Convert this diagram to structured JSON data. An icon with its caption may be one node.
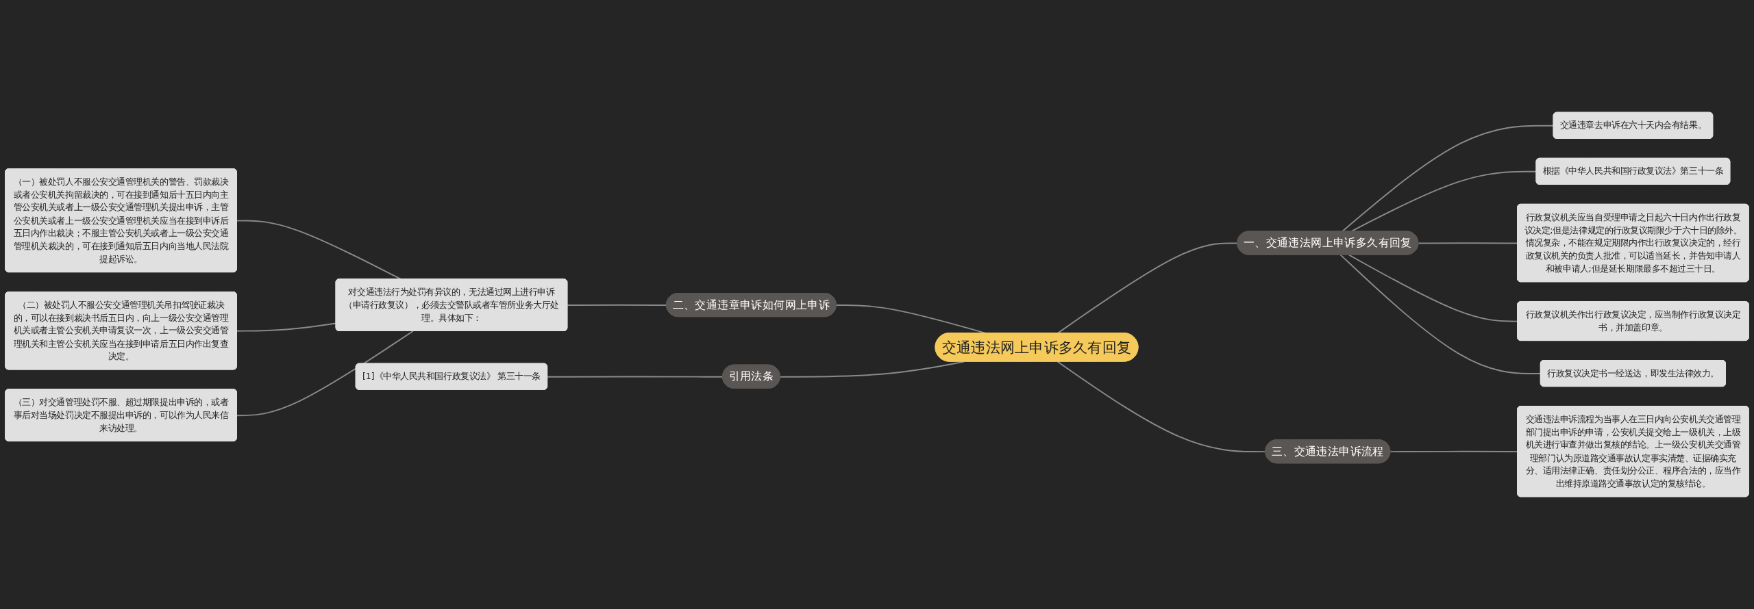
{
  "diagram": {
    "nodes": [
      {
        "text": [
          "交通违法网上申诉多久有回复"
        ]
      },
      {
        "text": [
          "一、交通违法网上申诉多久有回复"
        ]
      },
      {
        "text": [
          "交通违章去申诉在六十天内会有结果。"
        ]
      },
      {
        "text": [
          "根据《中华人民共和国行政复议法》第三十一条"
        ]
      },
      {
        "text": [
          "行政复议机关应当自受理申请之日起六十日内作出行政复议决定;但是法律规定的行政复议期限少于六十日的除外。情况复杂，不能在规定期限内作出行政复议决定的，经行政复议机关的负责人批准，可以适当延长，并告知申请人和被申请人;但是延长期限最多不超过三十日。"
        ]
      },
      {
        "text": [
          "行政复议机关作出行政复议决定，应当制作行政复议决定书，并加盖印章。"
        ]
      },
      {
        "text": [
          "行政复议决定书一经送达，即发生法律效力。"
        ]
      },
      {
        "text": [
          "二、交通违章申诉如何网上申诉"
        ]
      },
      {
        "text": [
          "对交通违法行为处罚有异议的，无法通过网上进行申诉（申请行政复议），必须去交警队或者车管所业务大厅处理。具体如下："
        ]
      },
      {
        "text": [
          "（一）被处罚人不服公安交通管理机关的警告、罚款裁决或者公安机关拘留裁决的，可在接到通知后十五日内向主管公安机关或者上一级公安交通管理机关提出申诉，主管公安机关或者上一级公安交通管理机关应当在接到申诉后五日内作出裁决；不服主管公安机关或者上一级公安交通管理机关裁决的，可在接到通知后五日内向当地人民法院提起诉讼。"
        ]
      },
      {
        "text": [
          "（二）被处罚人不服公安交通管理机关吊扣驾驶证裁决的，可以在接到裁决书后五日内，向上一级公安交通管理机关或者主管公安机关申请复议一次，上一级公安交通管理机关和主管公安机关应当在接到申请后五日内作出复查决定。"
        ]
      },
      {
        "text": [
          "（三）对交通管理处罚不服、超过期限提出申诉的，或者事后对当场处罚决定不服提出申诉的，可以作为人民来信来访处理。"
        ]
      },
      {
        "text": [
          "三、交通违法申诉流程"
        ]
      },
      {
        "text": [
          "交通违法申诉流程为当事人在三日内向公安机关交通管理部门提出申诉的申请，公安机关提交给上一级机关，上级机关进行审查并做出复核的结论。上一级公安机关交通管理部门认为原道路交通事故认定事实清楚、证据确实充分、适用法律正确、责任划分公正、程序合法的，应当作出维持原道路交通事故认定的复核结论。"
        ]
      },
      {
        "text": [
          "引用法条"
        ]
      },
      {
        "text": [
          "[1]《中华人民共和国行政复议法》 第三十一条"
        ]
      }
    ],
    "edges": [
      {
        "from": 0,
        "to": 1,
        "arrow": "none"
      },
      {
        "from": 1,
        "to": 2,
        "arrow": "none"
      },
      {
        "from": 1,
        "to": 3,
        "arrow": "none"
      },
      {
        "from": 1,
        "to": 4,
        "arrow": "none"
      },
      {
        "from": 1,
        "to": 5,
        "arrow": "none"
      },
      {
        "from": 1,
        "to": 6,
        "arrow": "none"
      },
      {
        "from": 0,
        "to": 7,
        "arrow": "none"
      },
      {
        "from": 7,
        "to": 8,
        "arrow": "none"
      },
      {
        "from": 8,
        "to": 9,
        "arrow": "none"
      },
      {
        "from": 8,
        "to": 10,
        "arrow": "none"
      },
      {
        "from": 8,
        "to": 11,
        "arrow": "none"
      },
      {
        "from": 0,
        "to": 12,
        "arrow": "none"
      },
      {
        "from": 12,
        "to": 13,
        "arrow": "none"
      },
      {
        "from": 0,
        "to": 14,
        "arrow": "none"
      },
      {
        "from": 14,
        "to": 15,
        "arrow": "none"
      }
    ]
  }
}
